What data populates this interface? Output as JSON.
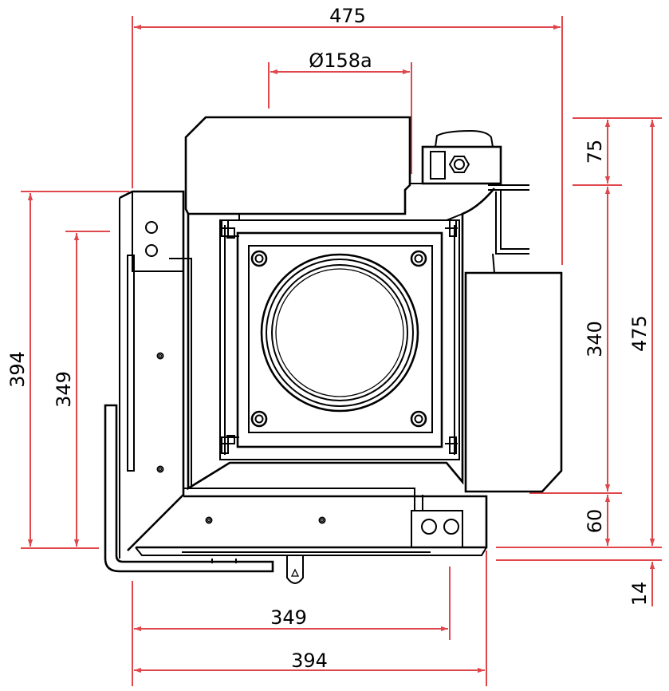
{
  "drawing": {
    "dimensions": {
      "top_width": "475",
      "diameter": "Ø158a",
      "bottom_inner": "349",
      "bottom_outer": "394",
      "left_outer": "394",
      "left_inner": "349",
      "right_top": "75",
      "right_middle": "340",
      "right_total": "475",
      "right_lower": "60",
      "right_bottom": "14"
    },
    "colors": {
      "dimension_lines": "#e0474c",
      "outline": "#000000",
      "background": "#ffffff"
    }
  }
}
